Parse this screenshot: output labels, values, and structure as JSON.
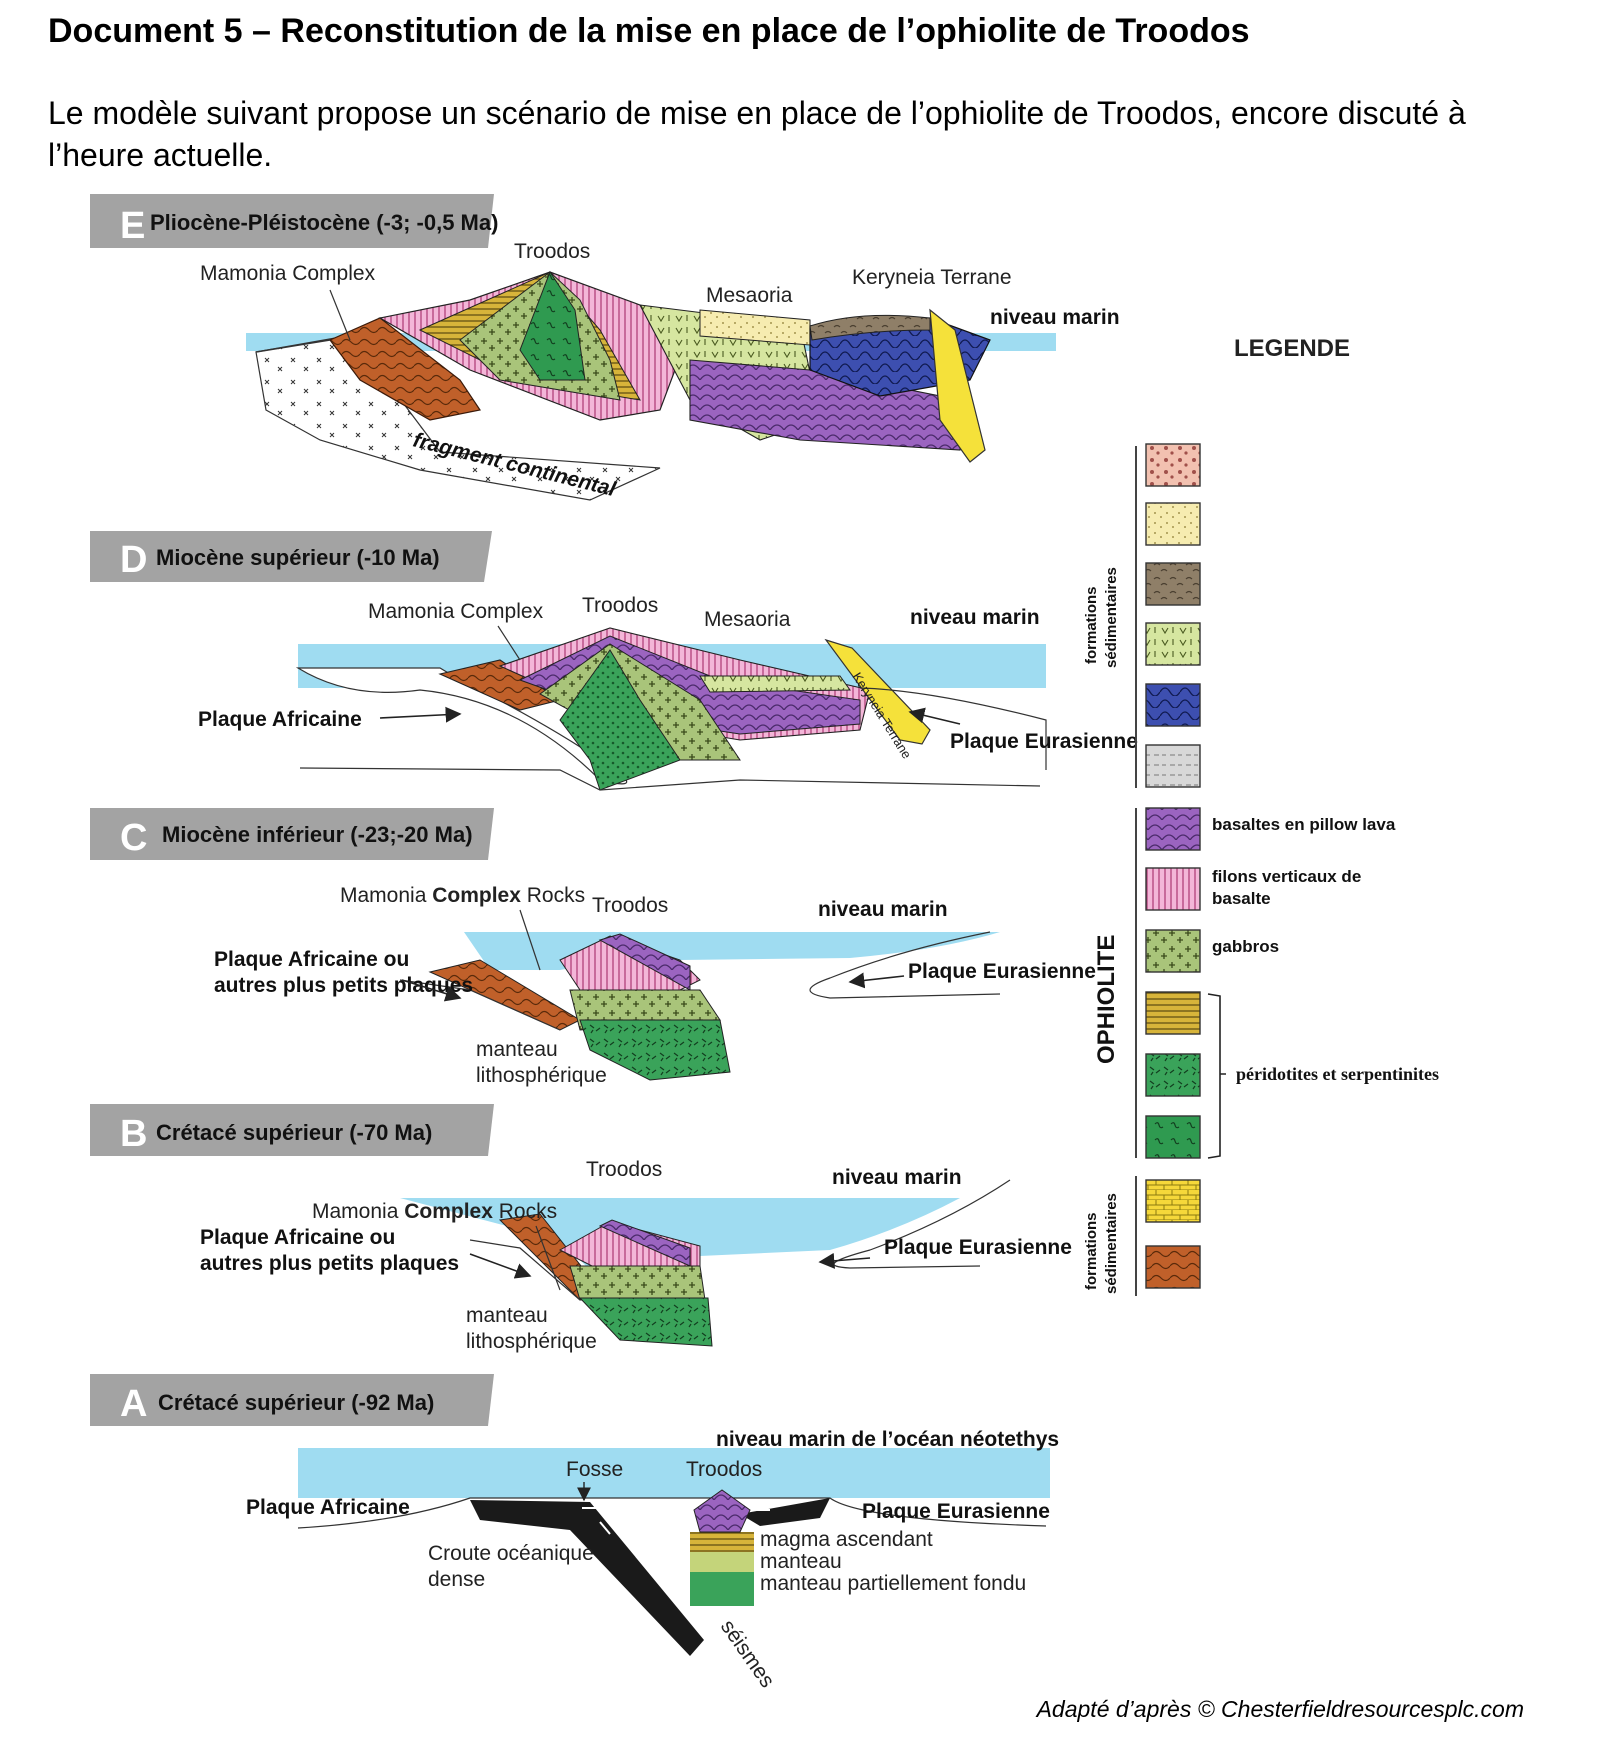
{
  "title": "Document 5 – Reconstitution de la mise en place de l’ophiolite de Troodos",
  "intro": "Le modèle suivant propose un scénario de mise en place de l’ophiolite de Troodos, encore discuté à l’heure actuelle.",
  "credit": "Adapté d’après © Chesterfieldresourcesplc.com",
  "panels": {
    "E": {
      "letter": "E",
      "title": "Pliocène-Pléistocène (-3; -0,5 Ma)",
      "labels": {
        "mamonia": "Mamonia Complex",
        "troodos": "Troodos",
        "mesaoria": "Mesaoria",
        "kyrenia": "Keryneia Terrane",
        "niveau": "niveau marin",
        "fragment": "fragment continental"
      }
    },
    "D": {
      "letter": "D",
      "title": "Miocène supérieur (-10 Ma)",
      "labels": {
        "mamonia": "Mamonia Complex",
        "troodos": "Troodos",
        "mesaoria": "Mesaoria",
        "niveau": "niveau marin",
        "africaine": "Plaque Africaine",
        "eurasienne": "Plaque Eurasienne",
        "kyrenia": "Keryneia Terrane"
      }
    },
    "C": {
      "letter": "C",
      "title": "Miocène inférieur (-23;-20 Ma)",
      "labels": {
        "mamonia_a": "Mamonia ",
        "mamonia_b": "Complex",
        "mamonia_c": " Rocks",
        "troodos": "Troodos",
        "niveau": "niveau marin",
        "africaine1": "Plaque Africaine ou",
        "africaine2": "autres plus petits plaques",
        "eurasienne": "Plaque Eurasienne",
        "manteau1": "manteau",
        "manteau2": "lithosphérique"
      }
    },
    "B": {
      "letter": "B",
      "title": "Crétacé supérieur (-70 Ma)",
      "labels": {
        "troodos": "Troodos",
        "niveau": "niveau marin",
        "mamonia_a": "Mamonia ",
        "mamonia_b": "Complex",
        "mamonia_c": " Rocks",
        "africaine1": "Plaque Africaine ou",
        "africaine2": "autres plus petits plaques",
        "eurasienne": "Plaque Eurasienne",
        "manteau1": "manteau",
        "manteau2": "lithosphérique"
      }
    },
    "A": {
      "letter": "A",
      "title": "Crétacé supérieur (-92 Ma)",
      "labels": {
        "niveau": "niveau marin de l’océan néotethys",
        "fosse": "Fosse",
        "troodos": "Troodos",
        "africaine": "Plaque Africaine",
        "eurasienne": "Plaque Eurasienne",
        "croute1": "Croute océanique",
        "croute2": "dense",
        "magma": "magma ascendant",
        "manteau": "manteau",
        "manteau_fondu": "manteau partiellement fondu",
        "seismes": "séismes"
      }
    }
  },
  "legend": {
    "heading": "LEGENDE",
    "sed_group1_l1": "formations",
    "sed_group1_l2": "sédimentaires",
    "sed_group2_l1": "formations",
    "sed_group2_l2": "sédimentaires",
    "ophiolite": "OPHIOLITE",
    "pillow": "basaltes en pillow lava",
    "filons1": "filons verticaux de",
    "filons2": "basalte",
    "gabbros": "gabbros",
    "peridotites": "péridotites et serpentinites",
    "colors": {
      "conglomerat": "#f2c1b0",
      "sable": "#f6ecb0",
      "marne": "#8f7f68",
      "calcaire": "#d6e6a0",
      "flysch": "#3d4fb0",
      "craie": "#d8d8d8",
      "pillow": "#9b64c0",
      "filons": "#f3b6d8",
      "gabbros": "#a9c47a",
      "harzburgite": "#d7b43a",
      "serpentinite1": "#3aa35a",
      "serpentinite2": "#2f9a50",
      "calcaire_jaune": "#f5d83a",
      "mamonia": "#c0602a"
    }
  }
}
